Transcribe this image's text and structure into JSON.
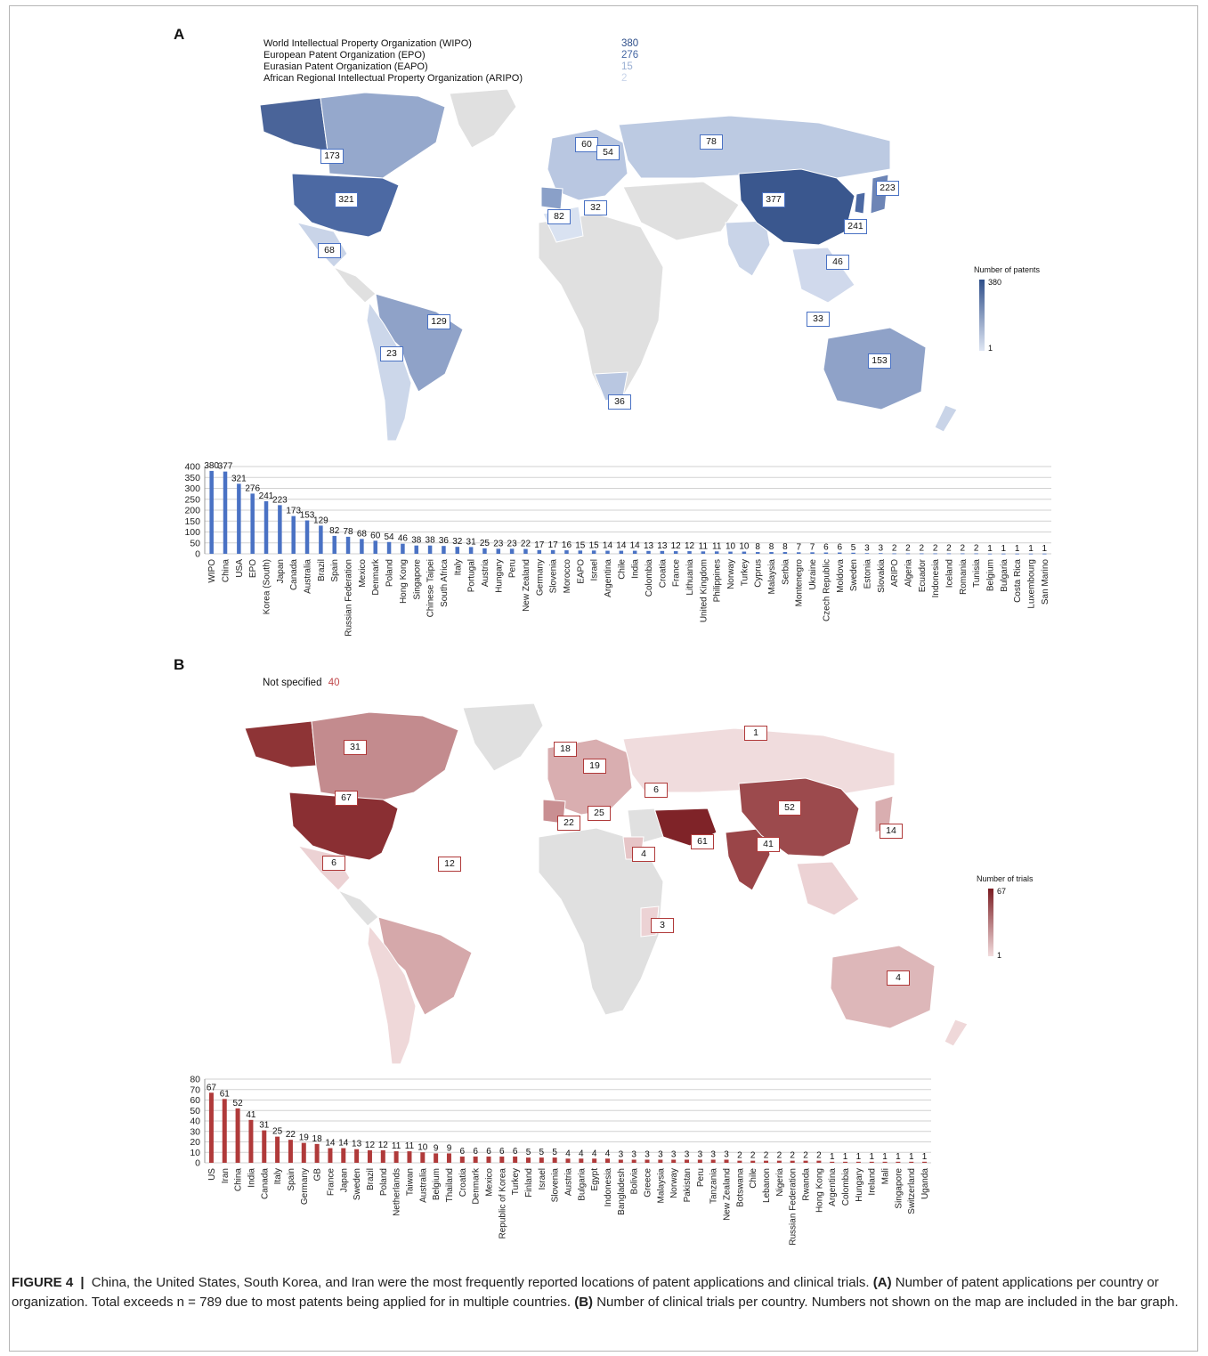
{
  "panelA": {
    "letter": "A",
    "orgs": [
      {
        "name": "World Intellectual Property Organization (WIPO)",
        "value": "380",
        "color": "#2f4f8a"
      },
      {
        "name": "European Patent Organization (EPO)",
        "value": "276",
        "color": "#4466a3"
      },
      {
        "name": "Eurasian Patent Organization (EAPO)",
        "value": "15",
        "color": "#9aafd3"
      },
      {
        "name": "African Regional Intellectual Property Organization (ARIPO)",
        "value": "2",
        "color": "#c8d4ea"
      }
    ],
    "colorbar": {
      "title": "Number of patents",
      "max": "380",
      "min": "1",
      "low": "#dfe6f3",
      "high": "#2f4f8a"
    },
    "callouts": [
      "173",
      "321",
      "68",
      "129",
      "23",
      "60",
      "54",
      "82",
      "32",
      "78",
      "377",
      "223",
      "241",
      "46",
      "33",
      "36",
      "153"
    ]
  },
  "panelB": {
    "letter": "B",
    "not_specified_label": "Not specified",
    "not_specified_value": "40",
    "colorbar": {
      "title": "Number of trials",
      "max": "67",
      "min": "1",
      "low": "#f2dcdd",
      "high": "#7a1c22"
    },
    "callouts": [
      "31",
      "67",
      "6",
      "12",
      "18",
      "19",
      "6",
      "25",
      "22",
      "4",
      "61",
      "52",
      "41",
      "14",
      "1",
      "3",
      "4"
    ]
  },
  "chart_data": [
    {
      "type": "bar",
      "color": "#4a72c4",
      "ylim": [
        0,
        400
      ],
      "yticks": [
        0,
        50,
        100,
        150,
        200,
        250,
        300,
        350,
        400
      ],
      "categories": [
        "WIPO",
        "China",
        "USA",
        "EPO",
        "Korea (South)",
        "Japan",
        "Canada",
        "Australia",
        "Brazil",
        "Spain",
        "Russian Federation",
        "Mexico",
        "Denmark",
        "Poland",
        "Hong Kong",
        "Singapore",
        "Chinese Taipei",
        "South Africa",
        "Italy",
        "Portugal",
        "Austria",
        "Hungary",
        "Peru",
        "New Zealand",
        "Germany",
        "Slovenia",
        "Morocco",
        "EAPO",
        "Israel",
        "Argentina",
        "Chile",
        "India",
        "Colombia",
        "Croatia",
        "France",
        "Lithuania",
        "United Kingdom",
        "Philippines",
        "Norway",
        "Turkey",
        "Cyprus",
        "Malaysia",
        "Serbia",
        "Montenegro",
        "Ukraine",
        "Czech Republic",
        "Moldova",
        "Sweden",
        "Estonia",
        "Slovakia",
        "ARIPO",
        "Algeria",
        "Ecuador",
        "Indonesia",
        "Iceland",
        "Romania",
        "Tunisia",
        "Belgium",
        "Bulgaria",
        "Costa Rica",
        "Luxembourg",
        "San Marino"
      ],
      "values": [
        380,
        377,
        321,
        276,
        241,
        223,
        173,
        153,
        129,
        82,
        78,
        68,
        60,
        54,
        46,
        38,
        38,
        36,
        32,
        31,
        25,
        23,
        23,
        22,
        17,
        17,
        16,
        15,
        15,
        14,
        14,
        14,
        13,
        13,
        12,
        12,
        11,
        11,
        10,
        10,
        8,
        8,
        8,
        7,
        7,
        6,
        6,
        5,
        3,
        3,
        2,
        2,
        2,
        2,
        2,
        2,
        2,
        1,
        1,
        1,
        1,
        1
      ]
    },
    {
      "type": "bar",
      "color": "#b03a3a",
      "ylim": [
        0,
        80
      ],
      "yticks": [
        0,
        10,
        20,
        30,
        40,
        50,
        60,
        70,
        80
      ],
      "categories": [
        "US",
        "Iran",
        "China",
        "India",
        "Canada",
        "Italy",
        "Spain",
        "Germany",
        "GB",
        "France",
        "Japan",
        "Sweden",
        "Brazil",
        "Poland",
        "Netherlands",
        "Taiwan",
        "Australia",
        "Belgium",
        "Thailand",
        "Croatia",
        "Denmark",
        "Mexico",
        "Republic of Korea",
        "Turkey",
        "Finland",
        "Israel",
        "Slovenia",
        "Austria",
        "Bulgaria",
        "Egypt",
        "Indonesia",
        "Bangladesh",
        "Bolivia",
        "Greece",
        "Malaysia",
        "Norway",
        "Pakistan",
        "Peru",
        "Tanzania",
        "New Zealand",
        "Botswana",
        "Chile",
        "Lebanon",
        "Nigeria",
        "Russian Federation",
        "Rwanda",
        "Hong Kong",
        "Argentina",
        "Colombia",
        "Hungary",
        "Ireland",
        "Mali",
        "Singapore",
        "Switzerland",
        "Uganda"
      ],
      "values": [
        67,
        61,
        52,
        41,
        31,
        25,
        22,
        19,
        18,
        14,
        14,
        13,
        12,
        12,
        11,
        11,
        10,
        9,
        9,
        6,
        6,
        6,
        6,
        6,
        5,
        5,
        5,
        4,
        4,
        4,
        4,
        3,
        3,
        3,
        3,
        3,
        3,
        3,
        3,
        3,
        2,
        2,
        2,
        2,
        2,
        2,
        2,
        1,
        1,
        1,
        1,
        1,
        1,
        1,
        1
      ]
    }
  ],
  "caption": {
    "figure_label": "FIGURE 4",
    "separator": "|",
    "intro": "China, the United States, South Korea, and Iran were the most frequently reported locations of patent applications and clinical trials.",
    "a_label": "(A)",
    "a_text": "Number of patent applications per country or organization. Total exceeds n = 789 due to most patents being applied for in multiple countries.",
    "b_label": "(B)",
    "b_text": "Number of clinical trials per country. Numbers not shown on the map are included in the bar graph."
  }
}
